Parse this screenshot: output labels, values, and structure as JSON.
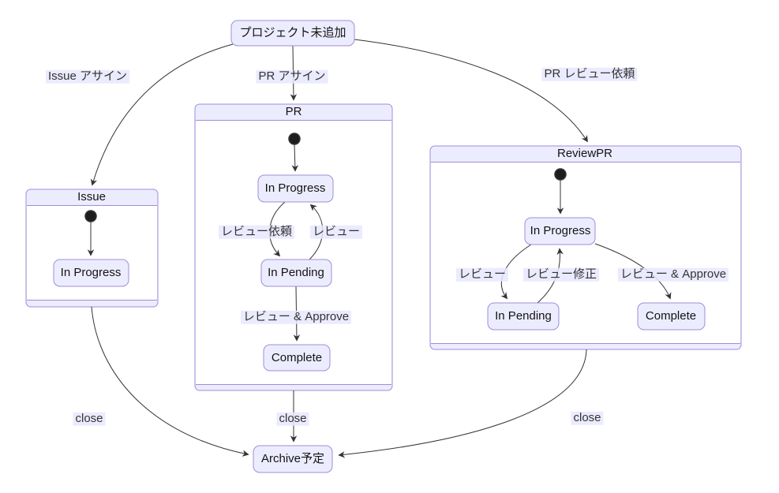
{
  "diagram": {
    "type": "state-diagram",
    "colors": {
      "node_fill": "#ECECFF",
      "node_border": "#a08cd8",
      "composite_body": "#FFFFFF",
      "edge_stroke": "#333333",
      "edge_label_bg": "#E8E8FF",
      "initial_dot": "#1d1d1d"
    },
    "nodes": {
      "start": "プロジェクト未追加",
      "archive": "Archive予定"
    },
    "composites": {
      "issue": {
        "title": "Issue",
        "states": {
          "in_progress": "In Progress"
        }
      },
      "pr": {
        "title": "PR",
        "states": {
          "in_progress": "In Progress",
          "in_pending": "In Pending",
          "complete": "Complete"
        }
      },
      "review_pr": {
        "title": "ReviewPR",
        "states": {
          "in_progress": "In Progress",
          "in_pending": "In Pending",
          "complete": "Complete"
        }
      }
    },
    "edge_labels": {
      "issue_assign": "Issue アサイン",
      "pr_assign": "PR アサイン",
      "pr_review_request": "PR レビュー依頼",
      "pr_review_req": "レビュー依頼",
      "pr_review": "レビュー",
      "pr_review_approve": "レビュー & Approve",
      "rpr_review": "レビュー",
      "rpr_review_fix": "レビュー修正",
      "rpr_review_approve": "レビュー & Approve",
      "close_issue": "close",
      "close_pr": "close",
      "close_rpr": "close"
    }
  }
}
